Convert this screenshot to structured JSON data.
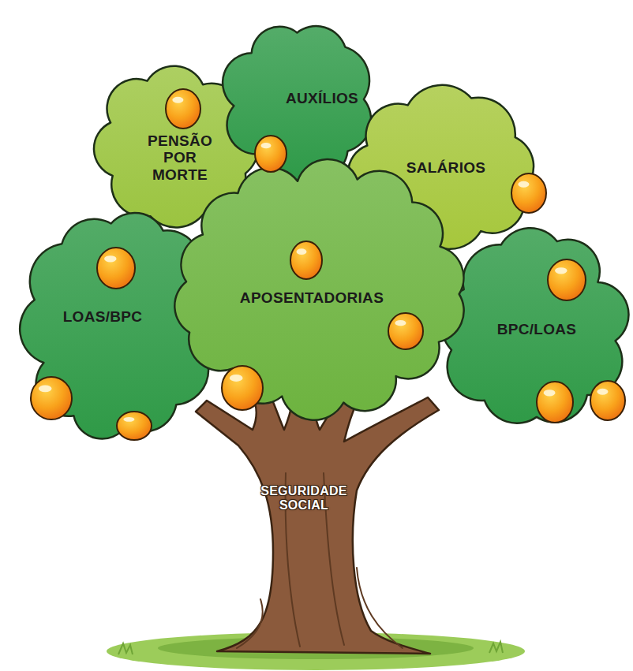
{
  "diagram": {
    "nodes": [
      {
        "text": [
          "PENSÃO POR MORTE"
        ]
      },
      {
        "text": [
          "AUXÍLIOS"
        ]
      },
      {
        "text": [
          "SALÁRIOS"
        ]
      },
      {
        "text": [
          "LOAS/BPC"
        ]
      },
      {
        "text": [
          "APOSENTADORIAS"
        ]
      },
      {
        "text": [
          "BPC/LOAS"
        ]
      },
      {
        "text": [
          "SEGURIDADE SOCIAL"
        ]
      }
    ]
  }
}
